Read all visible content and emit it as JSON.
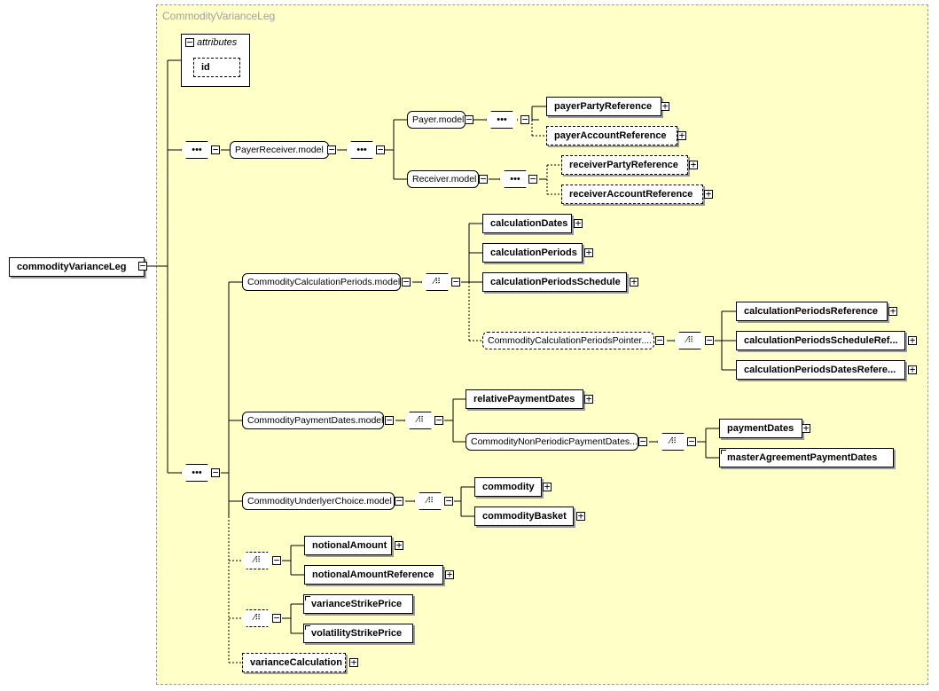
{
  "container_title": "CommodityVarianceLeg",
  "root_element": "commodityVarianceLeg",
  "attributes": {
    "title": "attributes",
    "items": [
      "id"
    ]
  },
  "groups": {
    "payer_receiver": "PayerReceiver.model",
    "payer": "Payer.model",
    "receiver": "Receiver.model",
    "calc_periods": "CommodityCalculationPeriods.model",
    "calc_pointer": "CommodityCalculationPeriodsPointer....",
    "payment_dates": "CommodityPaymentDates.model",
    "non_periodic": "CommodityNonPeriodicPaymentDates....",
    "underlyer_choice": "CommodityUnderlyerChoice.model"
  },
  "elements": {
    "payerPartyReference": "payerPartyReference",
    "payerAccountReference": "payerAccountReference",
    "receiverPartyReference": "receiverPartyReference",
    "receiverAccountReference": "receiverAccountReference",
    "calculationDates": "calculationDates",
    "calculationPeriods": "calculationPeriods",
    "calculationPeriodsSchedule": "calculationPeriodsSchedule",
    "calculationPeriodsReference": "calculationPeriodsReference",
    "calculationPeriodsScheduleRef": "calculationPeriodsScheduleRef...",
    "calculationPeriodsDatesRef": "calculationPeriodsDatesRefere...",
    "relativePaymentDates": "relativePaymentDates",
    "paymentDates": "paymentDates",
    "masterAgreementPaymentDates": "masterAgreementPaymentDates",
    "commodity": "commodity",
    "commodityBasket": "commodityBasket",
    "notionalAmount": "notionalAmount",
    "notionalAmountReference": "notionalAmountReference",
    "varianceStrikePrice": "varianceStrikePrice",
    "volatilityStrikePrice": "volatilityStrikePrice",
    "varianceCalculation": "varianceCalculation"
  },
  "icons": {
    "expand": "+",
    "collapse": "−",
    "sequence": "•••",
    "choice": "⁄⠿"
  },
  "colors": {
    "container_bg": "#ffffc8",
    "border": "#000000",
    "shadow": "#9a9a9a"
  }
}
